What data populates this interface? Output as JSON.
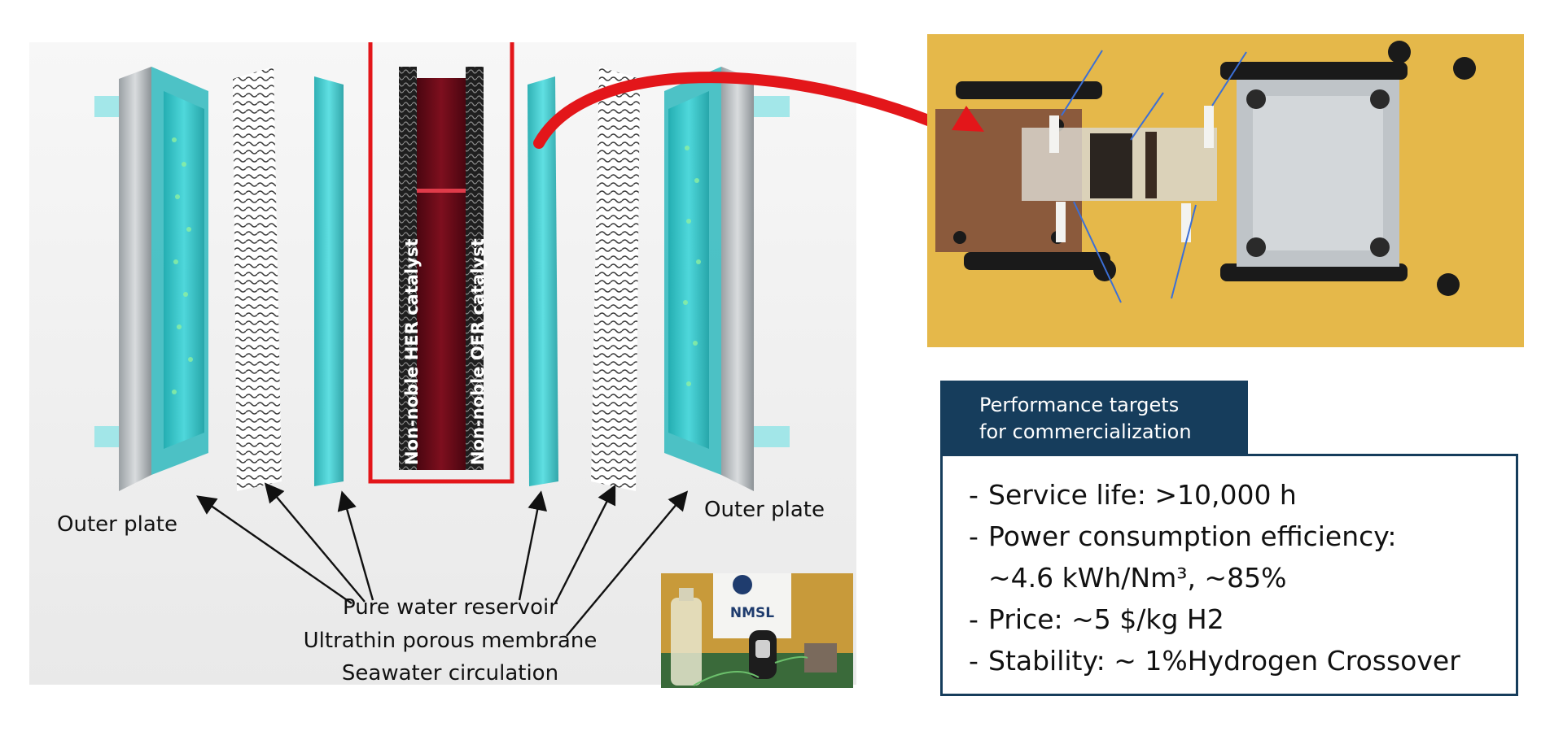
{
  "diagram": {
    "catalyst_labels": {
      "her": "Non-noble HER catalyst",
      "oer": "Non-noble OER catalyst"
    },
    "labels": {
      "outer_plate_left": "Outer plate",
      "outer_plate_right": "Outer plate",
      "pure_water_reservoir": "Pure water reservoir",
      "ultrathin_membrane": "Ultrathin porous membrane",
      "seawater_circulation": "Seawater circulation"
    },
    "setup_photo": {
      "logo_text": "NMSL"
    },
    "colors": {
      "highlight_box": "#e3161a",
      "reservoir_teal": "#3fd0d4",
      "catalyst_core": "#6b0a16",
      "arrow_red": "#e3161a"
    }
  },
  "performance": {
    "header_lines": [
      "Performance targets",
      "for commercialization"
    ],
    "items": [
      {
        "text": "Service life: >10,000 h"
      },
      {
        "text": "Power consumption efficiency:"
      },
      {
        "text": "~4.6 kWh/Nm³, ~85%",
        "continuation": true
      },
      {
        "text": "Price: ~5 $/kg H2"
      },
      {
        "text": "Stability: ~ 1%Hydrogen Crossover"
      }
    ],
    "colors": {
      "header_bg": "#163d5c",
      "border": "#163d5c"
    }
  }
}
